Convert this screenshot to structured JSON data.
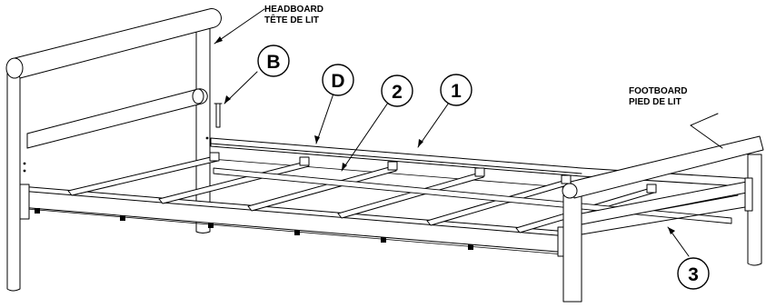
{
  "labels": {
    "headboard_en": "HEADBOARD",
    "headboard_fr": "TÊTE DE LIT",
    "footboard_en": "FOOTBOARD",
    "footboard_fr": "PIED DE LIT"
  },
  "callouts": {
    "b": "B",
    "d": "D",
    "two": "2",
    "one": "1",
    "three": "3"
  }
}
